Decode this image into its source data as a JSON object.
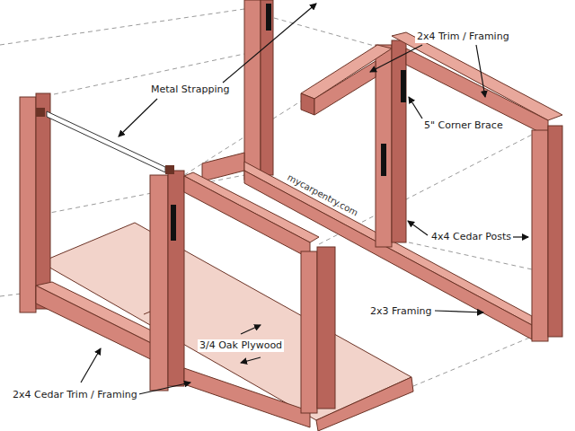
{
  "diagram": {
    "labels": [
      "Metal Strapping",
      "2x4 Trim / Framing",
      "5\" Corner Brace",
      "mycarpentry.com",
      "4x4 Cedar Posts",
      "2x3 Framing",
      "3/4 Oak Plywood",
      "2x4 Cedar Trim / Framing"
    ]
  }
}
